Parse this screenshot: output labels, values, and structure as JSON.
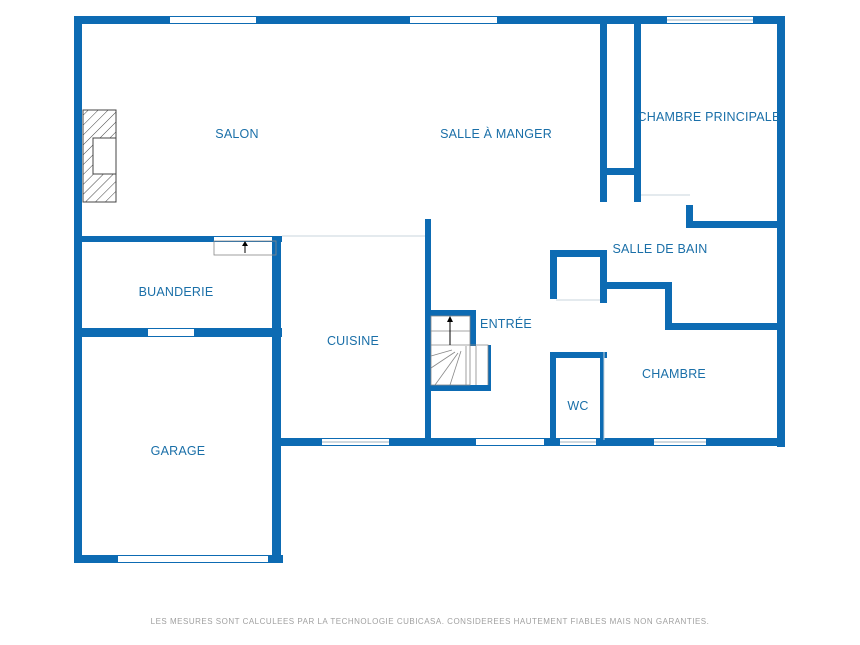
{
  "colors": {
    "wall": "#0d6bb3",
    "label": "#1a6fa8",
    "opening": "#ffffff",
    "window_line": "#9fb3c2",
    "background": "#ffffff"
  },
  "rooms": {
    "salon": "SALON",
    "salle_a_manger": "SALLE À MANGER",
    "chambre_principale": "CHAMBRE PRINCIPALE",
    "salle_de_bain": "SALLE DE BAIN",
    "buanderie": "BUANDERIE",
    "cuisine": "CUISINE",
    "entree": "ENTRÉE",
    "chambre": "CHAMBRE",
    "wc": "WC",
    "garage": "GARAGE"
  },
  "footer": {
    "disclaimer": "LES MESURES SONT CALCULEES PAR LA TECHNOLOGIE CUBICASA. CONSIDEREES HAUTEMENT FIABLES MAIS NON GARANTIES."
  }
}
